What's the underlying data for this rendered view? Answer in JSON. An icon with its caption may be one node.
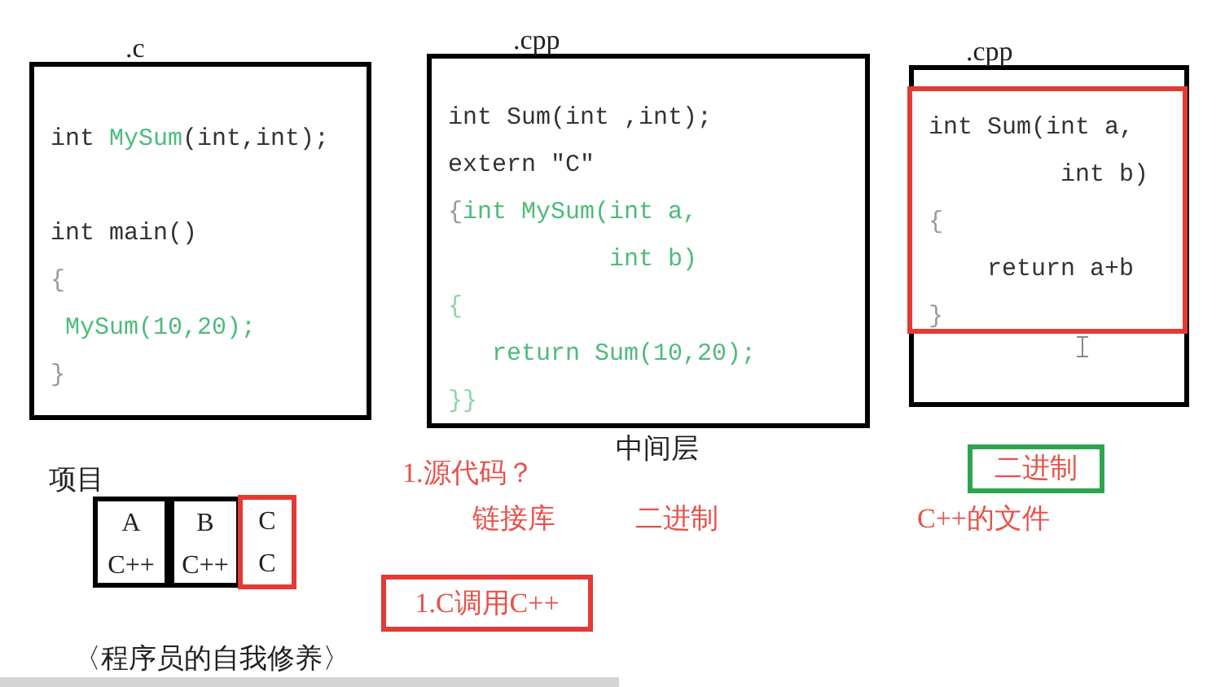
{
  "diagram": {
    "nodes": [
      {
        "text": [
          ".c",
          "int MySum(int,int);",
          "int main()",
          "{",
          "MySum(10,20);",
          "}"
        ]
      },
      {
        "text": [
          ".cpp",
          "int Sum(int ,int);",
          "extern \"C\"",
          "{int MySum(int a,",
          "int b)",
          "{",
          "return Sum(10,20);",
          "}}"
        ],
        "beside": [
          "中间层"
        ]
      },
      {
        "text": [
          ".cpp"
        ]
      },
      {
        "text": [
          "int Sum(int a,",
          "int b)",
          "{",
          "return a+b",
          "}"
        ],
        "in": 2
      },
      {
        "text": [
          "A",
          "C++"
        ]
      },
      {
        "text": [
          "B",
          "C++"
        ]
      },
      {
        "text": [
          "C",
          "C"
        ]
      },
      {
        "text": [
          "1.C调用C++"
        ]
      },
      {
        "text": [
          "二进制"
        ]
      }
    ],
    "labels": [
      "项目",
      "1.源代码？",
      "链接库",
      "二进制",
      "C++的文件",
      "〈程序员的自我修养〉"
    ]
  }
}
